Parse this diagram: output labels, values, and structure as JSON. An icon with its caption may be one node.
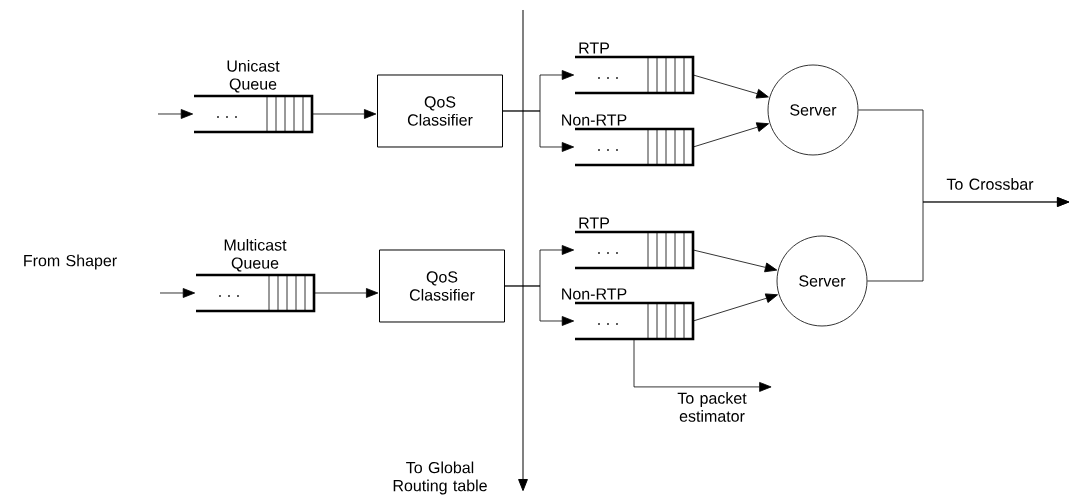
{
  "diagram": {
    "nodes": [
      {
        "text": [
          "Unicast Queue"
        ]
      },
      {
        "text": [
          "QoS Classifier"
        ]
      },
      {
        "text": [
          "Multicast Queue"
        ]
      },
      {
        "text": [
          "QoS Classifier"
        ]
      },
      {
        "text": [
          "RTP"
        ]
      },
      {
        "text": [
          "Non-RTP"
        ]
      },
      {
        "text": [
          "Server"
        ]
      },
      {
        "text": [
          "RTP"
        ]
      },
      {
        "text": [
          "Non-RTP"
        ]
      },
      {
        "text": [
          "Server"
        ]
      },
      {
        "text": [
          "To packet estimator"
        ]
      }
    ],
    "edges": [
      {
        "from": null,
        "to": 0,
        "arrow": "to"
      },
      {
        "from": null,
        "to": 2,
        "arrow": "to"
      },
      {
        "from": 0,
        "to": 1,
        "arrow": "to"
      },
      {
        "from": 2,
        "to": 3,
        "arrow": "to"
      },
      {
        "from": 1,
        "to": 4,
        "arrow": "to"
      },
      {
        "from": 1,
        "to": 5,
        "arrow": "to"
      },
      {
        "from": 3,
        "to": 7,
        "arrow": "to"
      },
      {
        "from": 3,
        "to": 8,
        "arrow": "to"
      },
      {
        "from": 4,
        "to": 6,
        "arrow": "to"
      },
      {
        "from": 5,
        "to": 6,
        "arrow": "to"
      },
      {
        "from": 7,
        "to": 9,
        "arrow": "to"
      },
      {
        "from": 8,
        "to": 9,
        "arrow": "to"
      },
      {
        "from": 6,
        "to": null,
        "arrow": "to"
      },
      {
        "from": 9,
        "to": null,
        "arrow": "to"
      },
      {
        "from": 8,
        "to": 10,
        "arrow": "to"
      }
    ],
    "labels": [
      "From Shaper",
      "To Crossbar",
      "To Global Routing table"
    ]
  }
}
